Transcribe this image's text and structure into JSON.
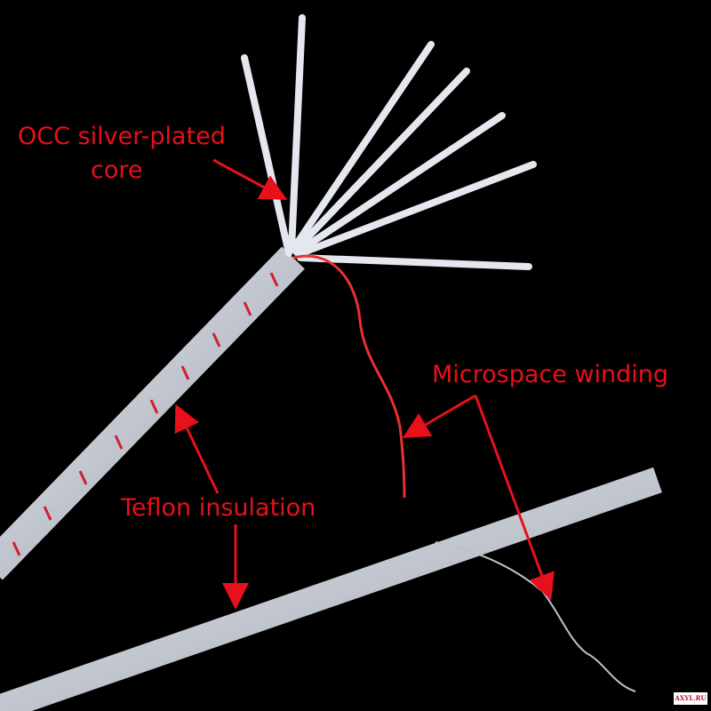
{
  "labels": {
    "core_line1": "OCC silver-plated",
    "core_line2": "core",
    "winding": "Microspace winding",
    "insulation": "Teflon insulation"
  },
  "watermark": "AXYL.RU",
  "colors": {
    "annotation": "#e8101a",
    "background": "#000000",
    "cable": "#c8ccd4"
  }
}
